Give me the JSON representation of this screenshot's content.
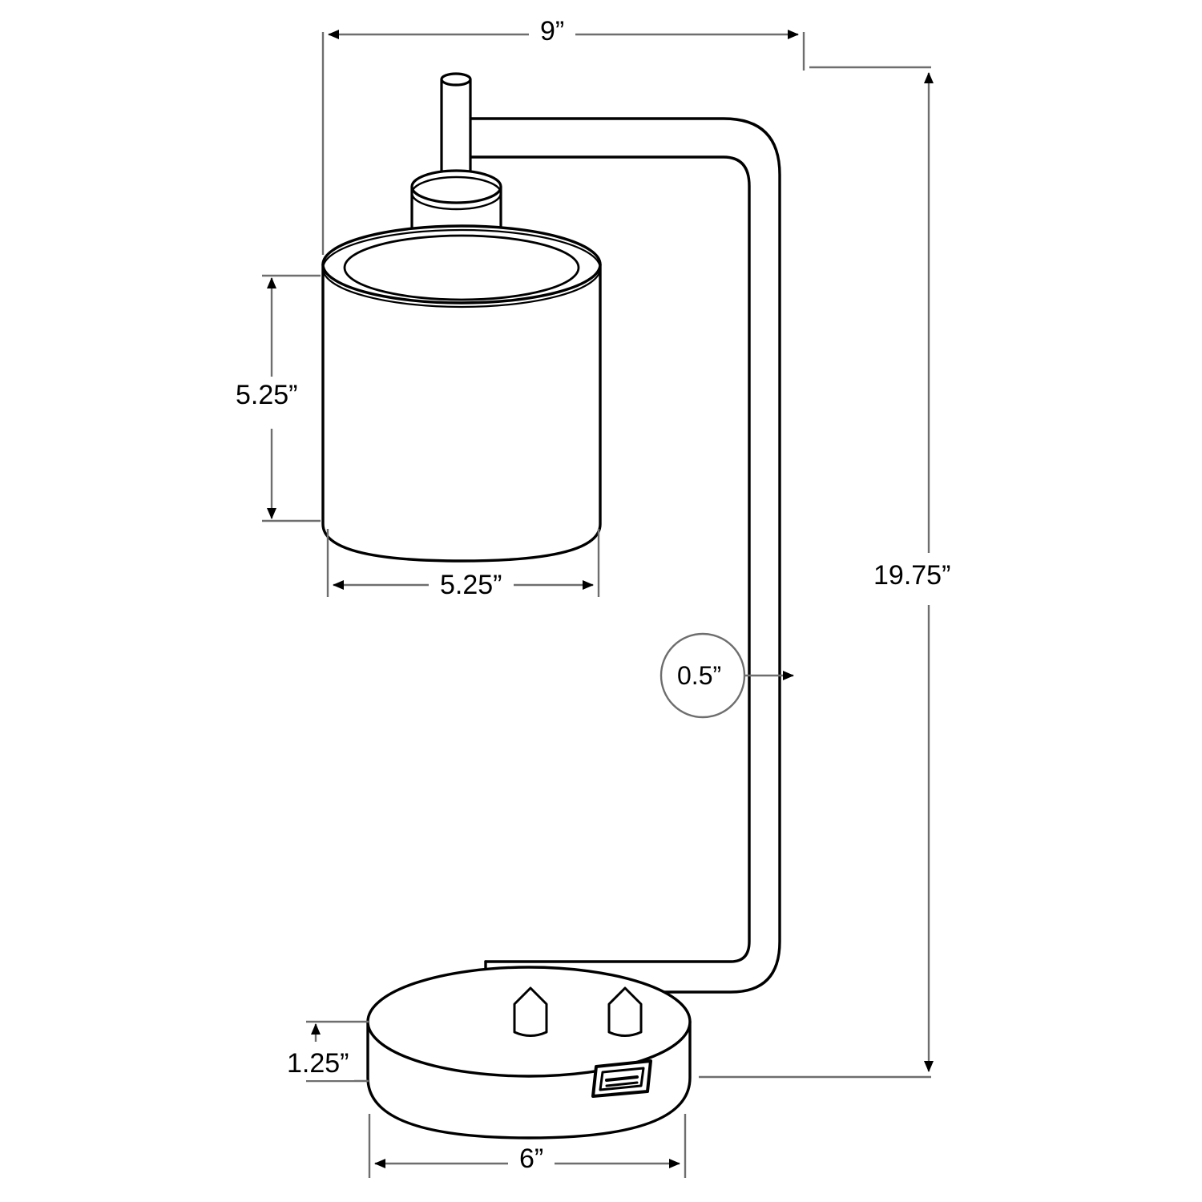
{
  "drawing": {
    "title": "Table lamp dimensioned technical drawing",
    "unit_symbol": "”",
    "line_color": "#000000",
    "dimension_line_color": "#6e6e6e",
    "background_color": "#ffffff"
  },
  "dimensions": {
    "overall_width": {
      "value": "9”",
      "name": "overall-width",
      "orientation": "horizontal",
      "position": "top",
      "arrows": "outward"
    },
    "shade_height": {
      "value": "5.25”",
      "name": "shade-height",
      "orientation": "vertical",
      "position": "left-of-shade",
      "arrows": "inward"
    },
    "shade_width": {
      "value": "5.25”",
      "name": "shade-diameter",
      "orientation": "horizontal",
      "position": "below-shade",
      "arrows": "outward"
    },
    "overall_height": {
      "value": "19.75”",
      "name": "overall-height",
      "orientation": "vertical",
      "position": "right",
      "arrows": "outward"
    },
    "rod_diameter": {
      "value": "0.5”",
      "name": "rod-diameter",
      "orientation": "callout",
      "position": "center-right",
      "arrows": "leader-right"
    },
    "base_height": {
      "value": "1.25”",
      "name": "base-height",
      "orientation": "vertical",
      "position": "left-of-base",
      "arrows": "inward"
    },
    "base_width": {
      "value": "6”",
      "name": "base-diameter",
      "orientation": "horizontal",
      "position": "below-base",
      "arrows": "outward"
    }
  },
  "parts": [
    {
      "name": "finial-rod",
      "label": "finial rod"
    },
    {
      "name": "socket-collar",
      "label": "socket collar"
    },
    {
      "name": "lamp-shade",
      "label": "cylindrical lamp shade"
    },
    {
      "name": "support-arm",
      "label": "curved support arm"
    },
    {
      "name": "lamp-base",
      "label": "round disc base"
    },
    {
      "name": "usb-port",
      "label": "USB charging port"
    },
    {
      "name": "switch-tab",
      "label": "switch tab"
    }
  ]
}
